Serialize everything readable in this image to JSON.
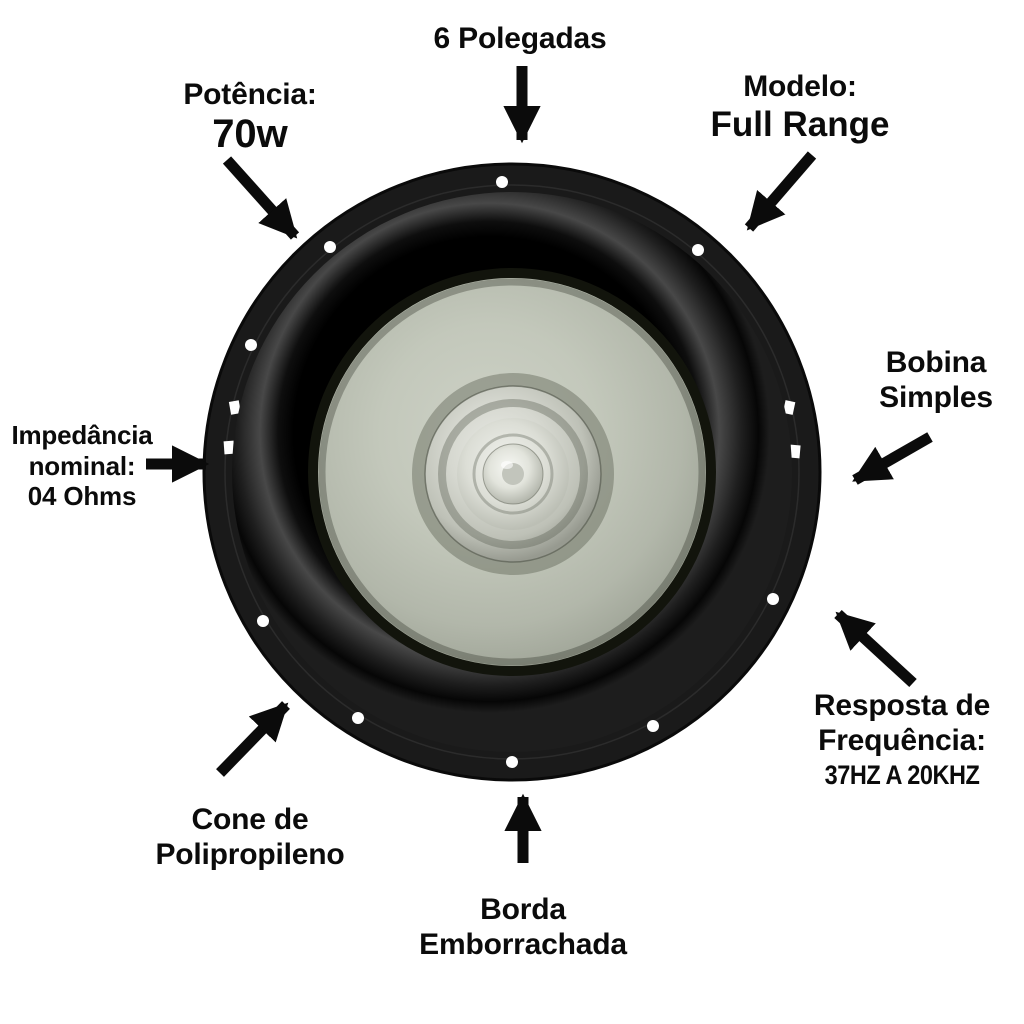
{
  "colors": {
    "background": "#ffffff",
    "text": "#0b0b0b",
    "cone": "#bcc1b4",
    "surround": "#141414",
    "metal_cap": "#d6d8d0"
  },
  "callouts": {
    "size": {
      "text": "6 Polegadas"
    },
    "power": {
      "title": "Potência:",
      "value": "70w"
    },
    "model": {
      "title": "Modelo:",
      "value": "Full Range"
    },
    "impedance": {
      "line1": "Impedância",
      "line2": "nominal:",
      "line3": "04 Ohms"
    },
    "coil": {
      "line1": "Bobina",
      "line2": "Simples"
    },
    "frequency_response": {
      "line1": "Resposta de",
      "line2": "Frequência:",
      "value": "37HZ A 20KHZ"
    },
    "cone_material": {
      "line1": "Cone de",
      "line2": "Polipropileno"
    },
    "edge": {
      "line1": "Borda",
      "line2": "Emborrachada"
    }
  }
}
